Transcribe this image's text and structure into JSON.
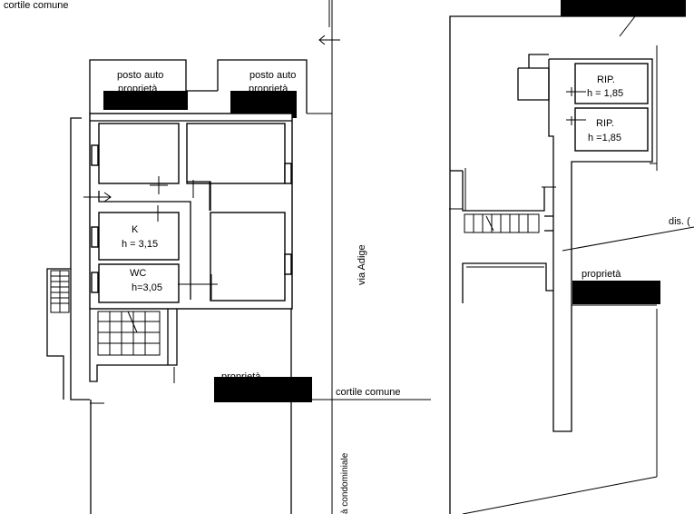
{
  "labels": {
    "cortile_comune_top": "cortile  comune",
    "posto_auto_left": "posto auto",
    "proprieta_left": "proprietà",
    "posto_auto_right": "posto auto",
    "proprieta_right": "proprietà",
    "room_k_name": "K",
    "room_k_height": "h = 3,15",
    "room_wc_name": "WC",
    "room_wc_height": "h=3,05",
    "via_adige": "via Adige",
    "proprieta_center": "proprietà",
    "cortile_comune_bottom": "cortile  comune",
    "proprieta_condominiale": "à condominiale",
    "rip1_name": "RIP.",
    "rip1_height": "h = 1,85",
    "rip2_name": "RIP.",
    "rip2_height": "h =1,85",
    "dis_label": "dis. (",
    "proprieta_right_plan": "proprietà"
  },
  "colors": {
    "lines": "#000000",
    "redaction": "#000000",
    "background": "#ffffff"
  },
  "icons": [
    "arrow-left-icon",
    "arrow-right-icon",
    "stair-icon"
  ]
}
